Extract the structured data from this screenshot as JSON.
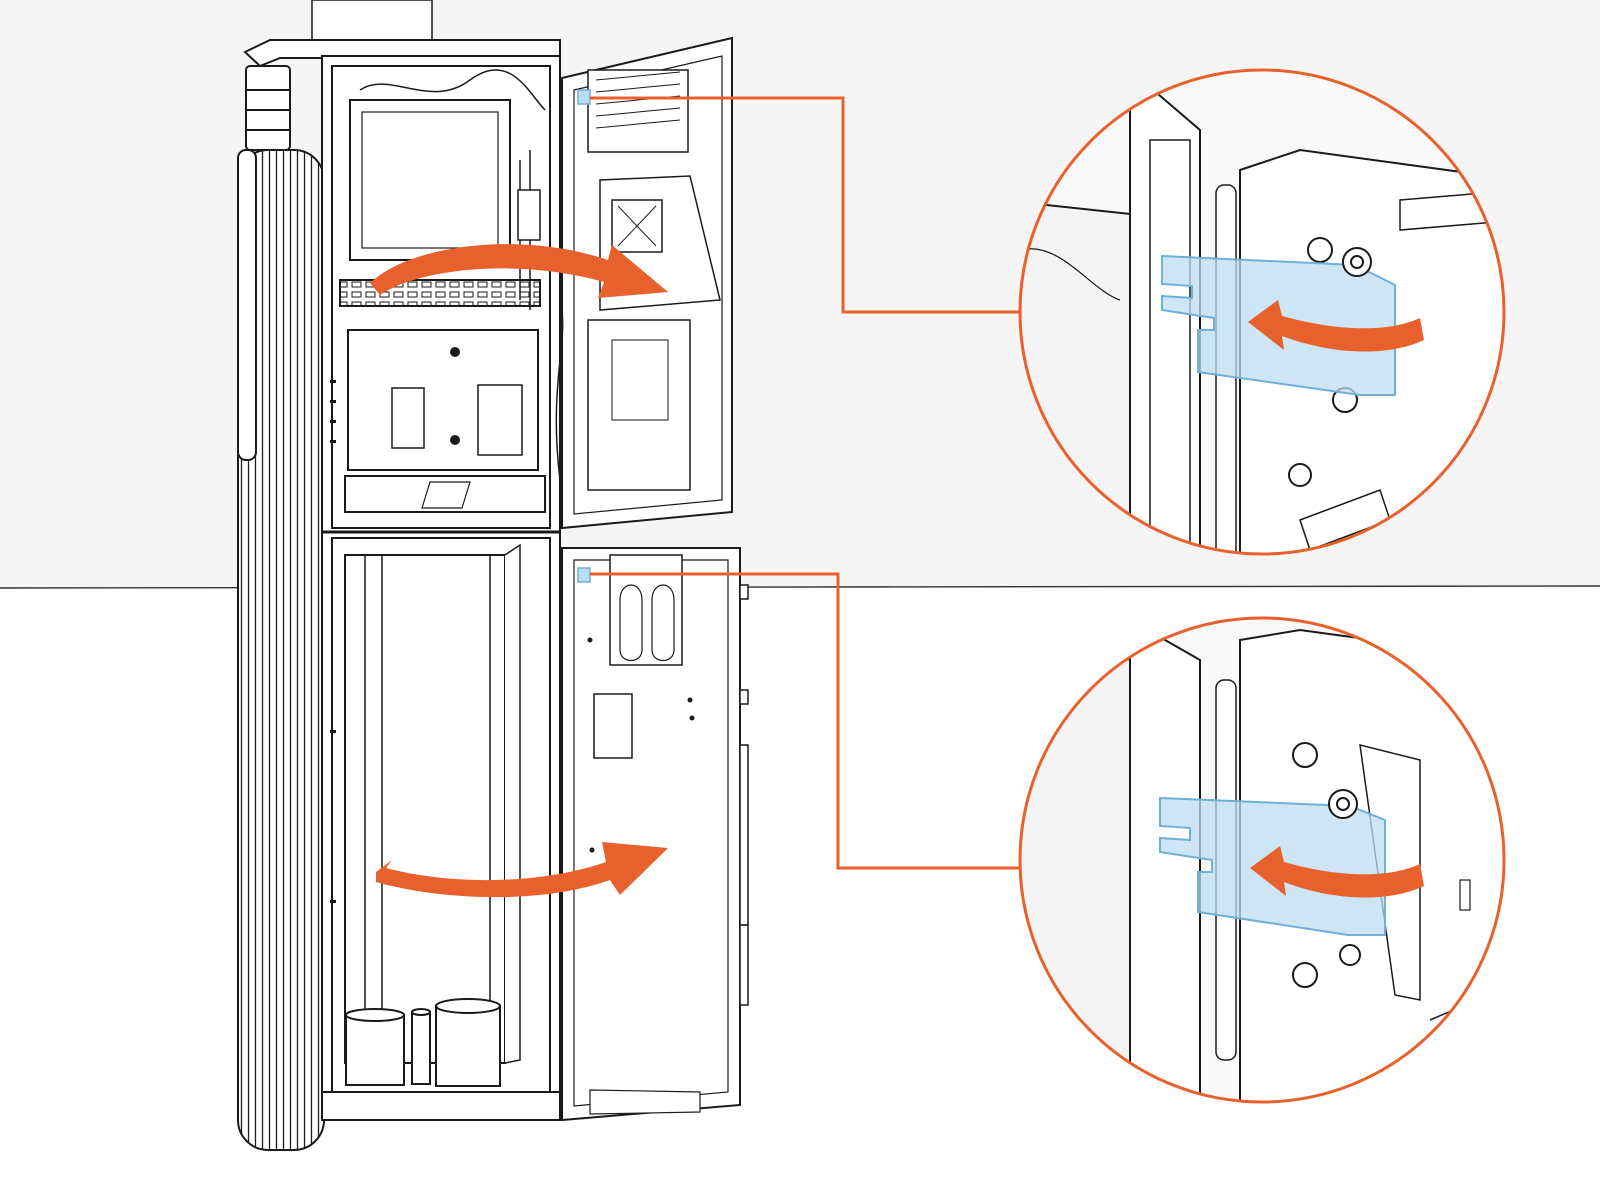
{
  "figure": {
    "description_visible_text": "",
    "palette": {
      "background_upper": "#f5f5f5",
      "background_lower": "#ffffff",
      "line": "#1a1a1a",
      "accent": "#e8612c",
      "bracket_fill": "#bcdcf0",
      "bracket_stroke": "#6fb0d8"
    }
  },
  "parts": {
    "cabinet": "charging-station-cabinet",
    "upper_door": "upper-door-open",
    "lower_door": "lower-door-open",
    "upper_hinge_detail": "upper-hinge-bracket-detail",
    "lower_hinge_detail": "lower-hinge-bracket-detail",
    "rotation_indicators": "open-door-arrows"
  }
}
